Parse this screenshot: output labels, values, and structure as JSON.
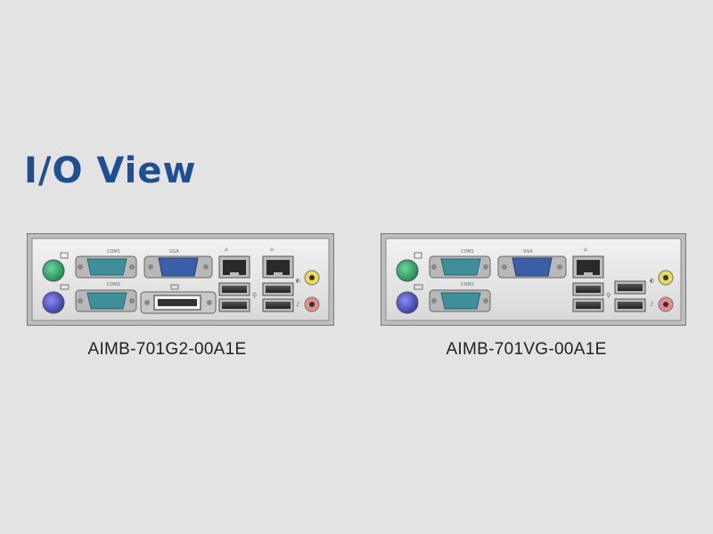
{
  "page": {
    "title": "I/O View"
  },
  "panels": [
    {
      "model": "AIMB-701G2-00A1E",
      "variant": "dual-lan-dvi"
    },
    {
      "model": "AIMB-701VG-00A1E",
      "variant": "single-lan"
    }
  ],
  "colors": {
    "title": "#1f4f93",
    "ps2_keyboard": "#4a4fb8",
    "ps2_mouse": "#2faa6a",
    "serial_port": "#3f8f9a",
    "vga_port": "#3a5fa6",
    "audio_line_out": "#d8c83a",
    "audio_mic": "#e07070"
  }
}
